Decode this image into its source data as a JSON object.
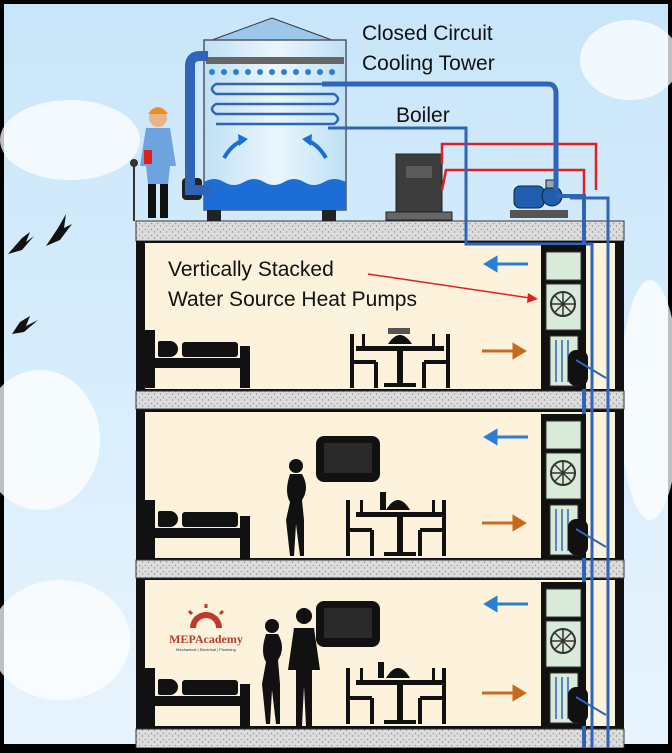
{
  "labels": {
    "tower_line1": "Closed Circuit",
    "tower_line2": "Cooling Tower",
    "boiler": "Boiler",
    "wshp_line1": "Vertically Stacked",
    "wshp_line2": "Water Source Heat Pumps"
  },
  "logo": {
    "name": "MEPAcademy",
    "tagline": "Mechanical | Electrical | Plumbing"
  },
  "colors": {
    "sky": "#d4ecfb",
    "room": "#fdf2dc",
    "pipe": "#2f64b8",
    "supply_hot": "#e02020",
    "airflow_supply": "#2a7fd4",
    "airflow_return": "#c86a1e",
    "structure": "#111111"
  }
}
